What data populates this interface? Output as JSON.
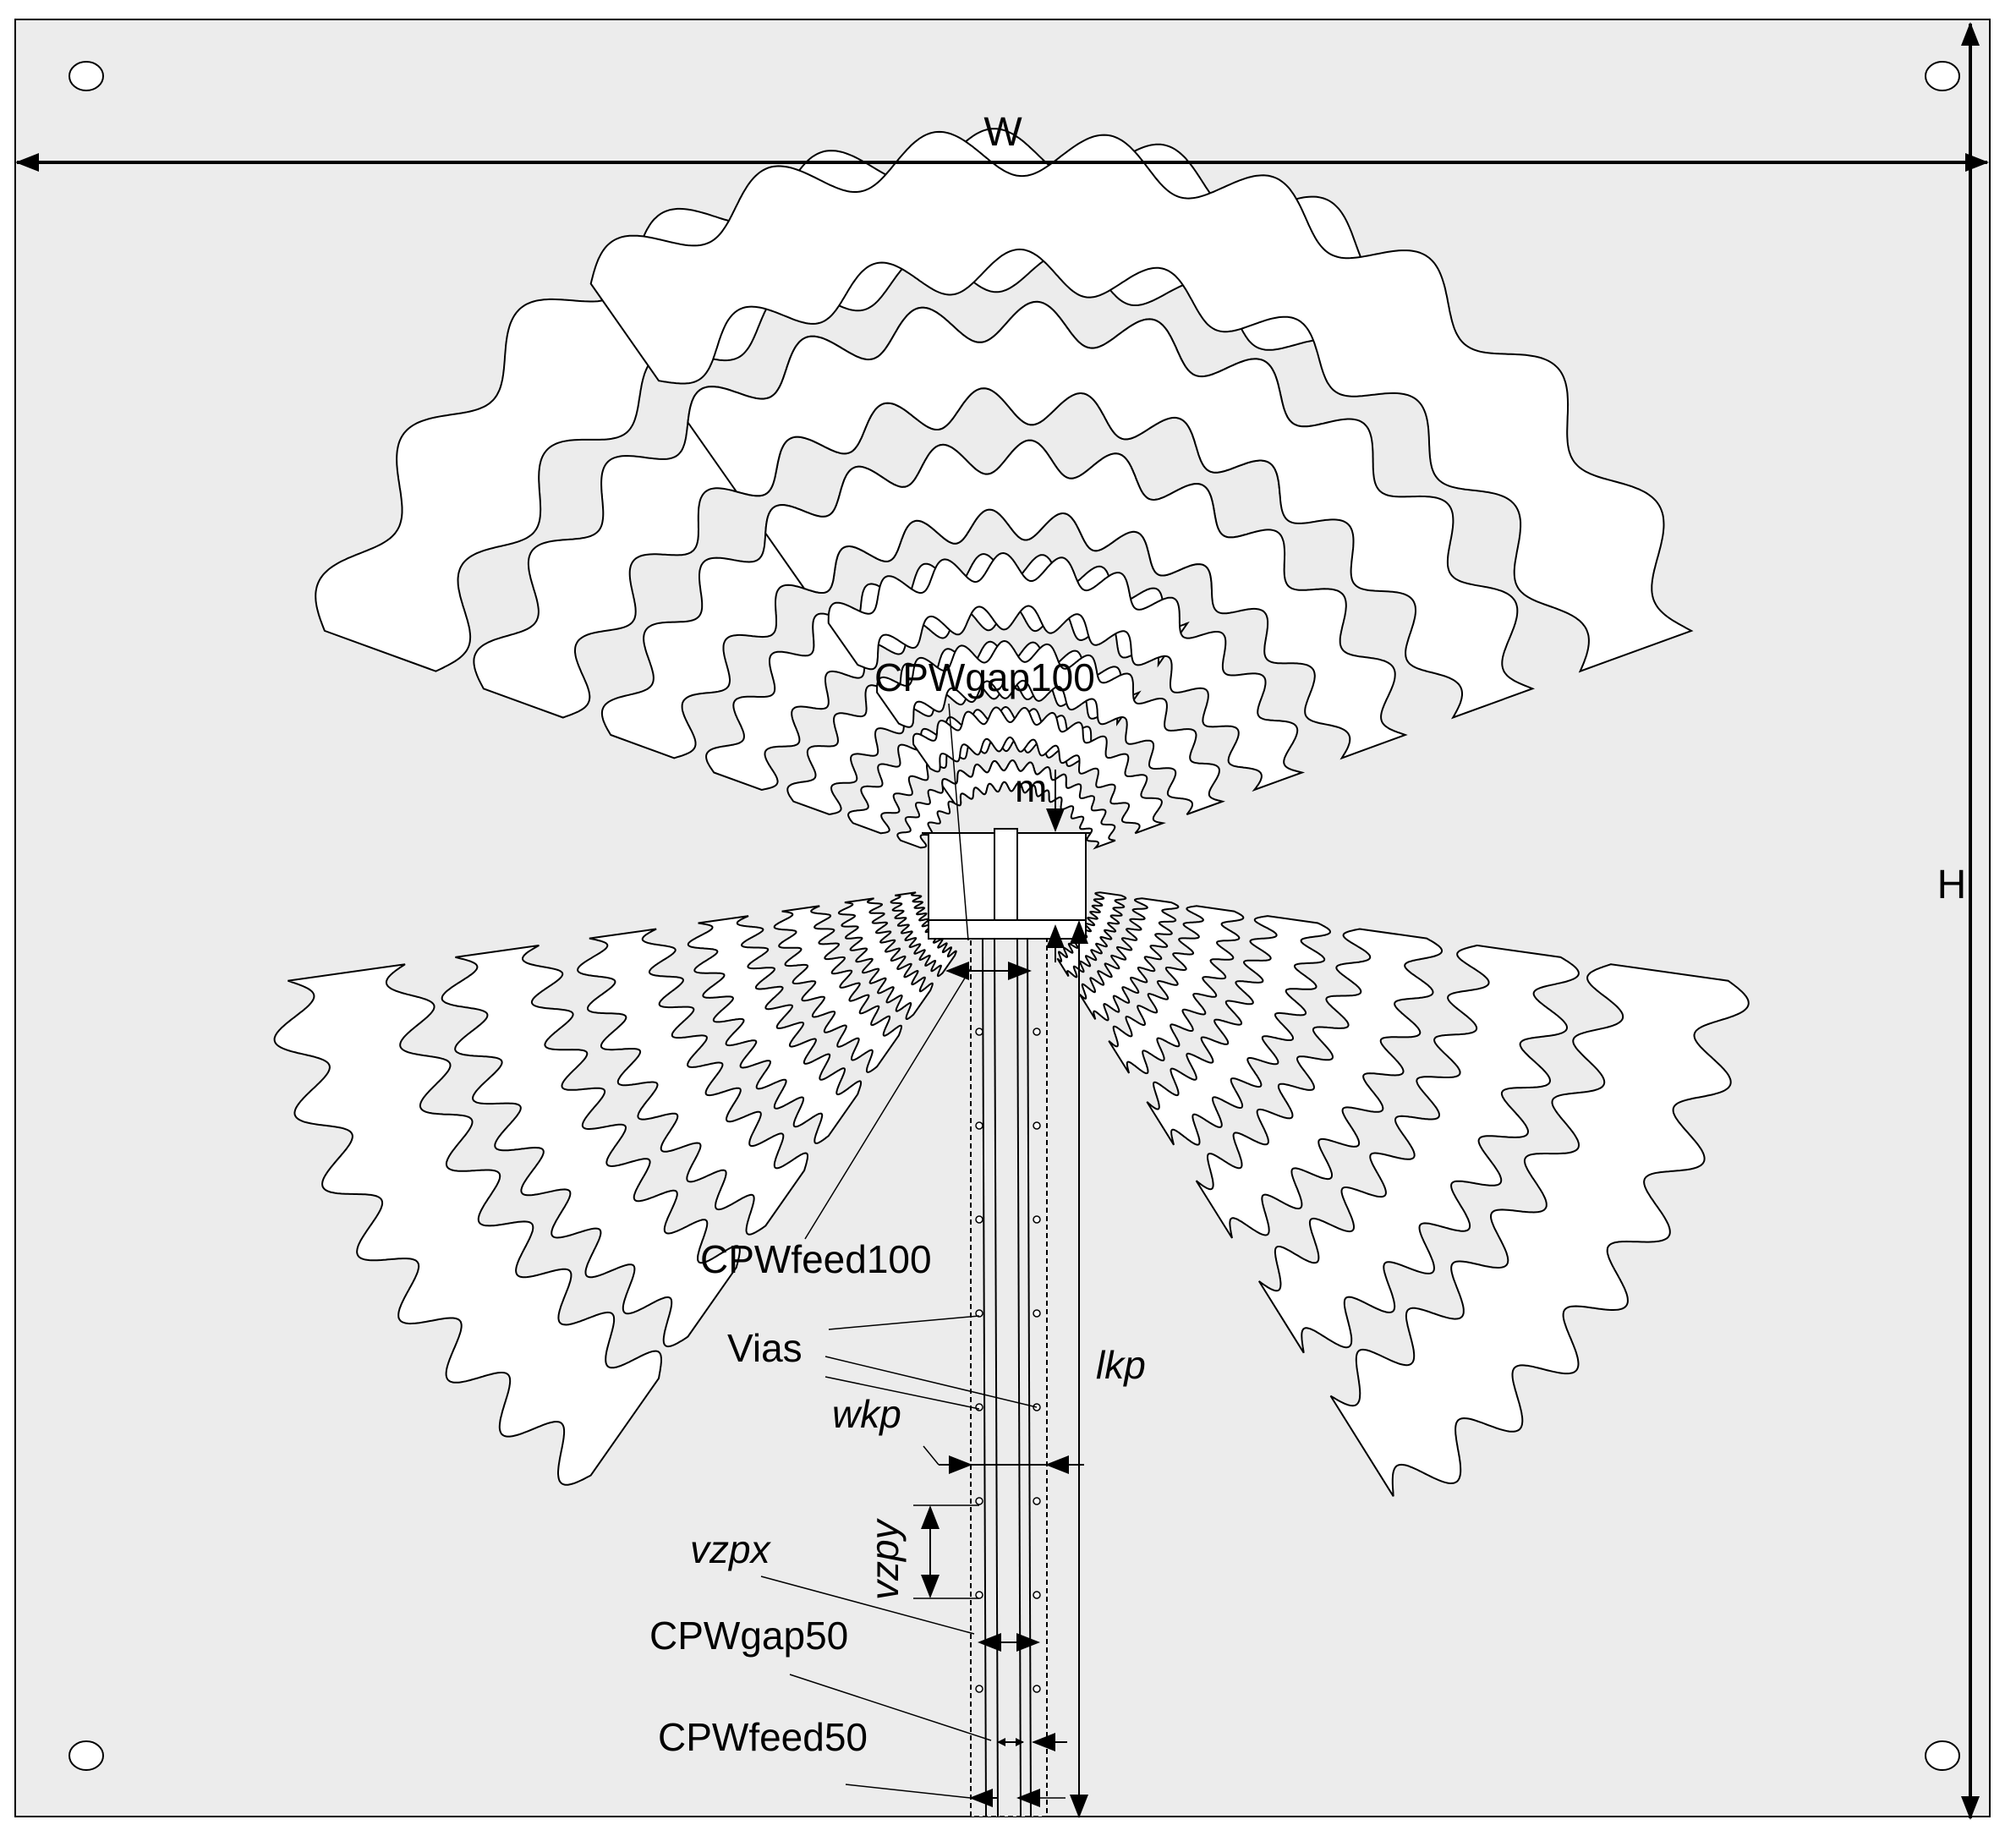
{
  "labels": {
    "W": "W",
    "H": "H",
    "cpw_gap_100": "CPWgap100",
    "m": "m",
    "cpw_feed_100": "CPWfeed100",
    "vias": "Vias",
    "lkp": "lkp",
    "wkp": "wkp",
    "vzpy": "vzpy",
    "vzpx": "vzpx",
    "cpw_gap_50": "CPWgap50",
    "cpw_feed_50": "CPWfeed50"
  },
  "colors": {
    "substrate": "#ececec",
    "metal": "#ffffff",
    "outline": "#000000"
  }
}
